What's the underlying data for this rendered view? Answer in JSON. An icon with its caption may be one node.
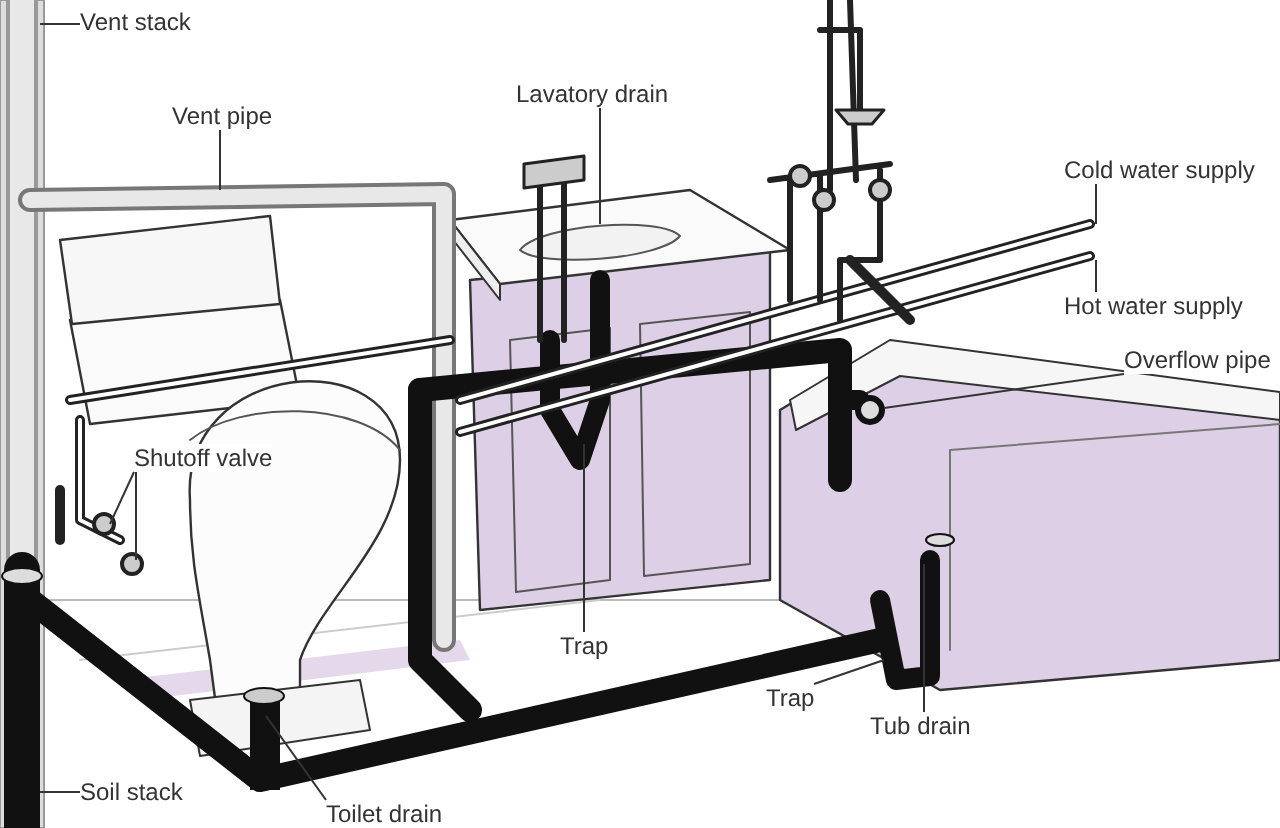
{
  "diagram": {
    "nodes": [
      {
        "text": [
          "Vent stack"
        ]
      },
      {
        "text": [
          "Vent pipe"
        ]
      },
      {
        "text": [
          "Lavatory drain"
        ]
      },
      {
        "text": [
          "Cold water supply"
        ]
      },
      {
        "text": [
          "Hot water supply"
        ]
      },
      {
        "text": [
          "Overflow pipe"
        ]
      },
      {
        "text": [
          "Shutoff valve"
        ]
      },
      {
        "text": [
          "Trap"
        ]
      },
      {
        "text": [
          "Trap"
        ]
      },
      {
        "text": [
          "Tub drain"
        ]
      },
      {
        "text": [
          "Soil stack"
        ]
      },
      {
        "text": [
          "Toilet drain"
        ]
      }
    ],
    "edges": [
      {
        "from": 0,
        "to": null,
        "arrow": "none"
      },
      {
        "from": 1,
        "to": null,
        "arrow": "none"
      },
      {
        "from": 2,
        "to": null,
        "arrow": "none"
      },
      {
        "from": 3,
        "to": null,
        "arrow": "none"
      },
      {
        "from": 4,
        "to": null,
        "arrow": "none"
      },
      {
        "from": 5,
        "to": null,
        "arrow": "none"
      },
      {
        "from": 6,
        "to": null,
        "arrow": "none"
      },
      {
        "from": 6,
        "to": null,
        "arrow": "none"
      },
      {
        "from": 7,
        "to": null,
        "arrow": "none"
      },
      {
        "from": 8,
        "to": null,
        "arrow": "none"
      },
      {
        "from": 9,
        "to": null,
        "arrow": "none"
      },
      {
        "from": 10,
        "to": null,
        "arrow": "none"
      },
      {
        "from": 11,
        "to": null,
        "arrow": "none"
      }
    ]
  }
}
